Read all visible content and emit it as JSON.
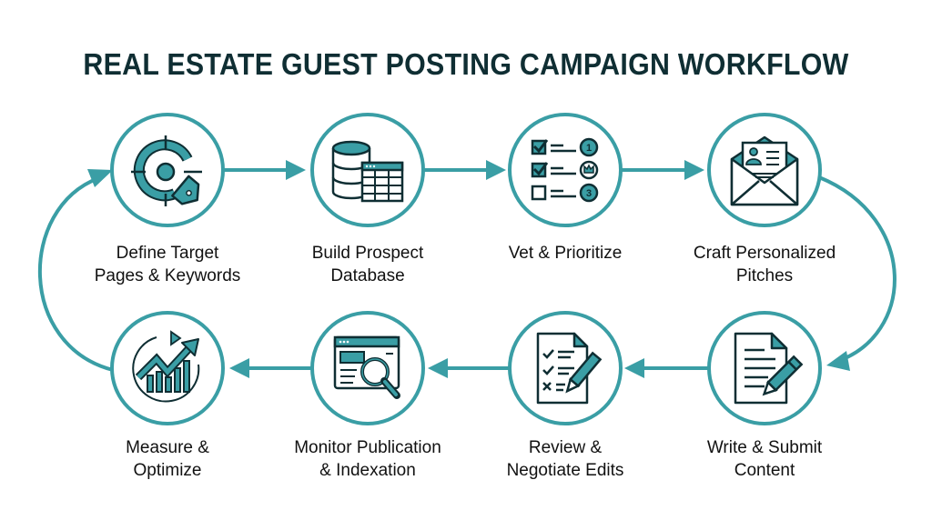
{
  "title": "REAL ESTATE GUEST POSTING CAMPAIGN WORKFLOW",
  "colors": {
    "accent": "#3a9ea5",
    "dark": "#0f2e33",
    "text": "#111111",
    "background": "#ffffff"
  },
  "steps": [
    {
      "id": 1,
      "icon": "target-tag-icon",
      "line1": "Define Target",
      "line2": "Pages & Keywords"
    },
    {
      "id": 2,
      "icon": "database-table-icon",
      "line1": "Build Prospect",
      "line2": "Database"
    },
    {
      "id": 3,
      "icon": "checklist-priority-icon",
      "line1": "Vet & Prioritize",
      "line2": ""
    },
    {
      "id": 4,
      "icon": "envelope-letter-icon",
      "line1": "Craft Personalized",
      "line2": "Pitches"
    },
    {
      "id": 5,
      "icon": "document-pencil-icon",
      "line1": "Write & Submit",
      "line2": "Content"
    },
    {
      "id": 6,
      "icon": "review-document-pencil-icon",
      "line1": "Review &",
      "line2": "Negotiate Edits"
    },
    {
      "id": 7,
      "icon": "browser-magnifier-icon",
      "line1": "Monitor Publication",
      "line2": "& Indexation"
    },
    {
      "id": 8,
      "icon": "growth-chart-icon",
      "line1": "Measure &",
      "line2": "Optimize"
    }
  ],
  "flow": [
    "1→2",
    "2→3",
    "3→4",
    "4→5",
    "5→6",
    "6→7",
    "7→8",
    "8→1"
  ]
}
